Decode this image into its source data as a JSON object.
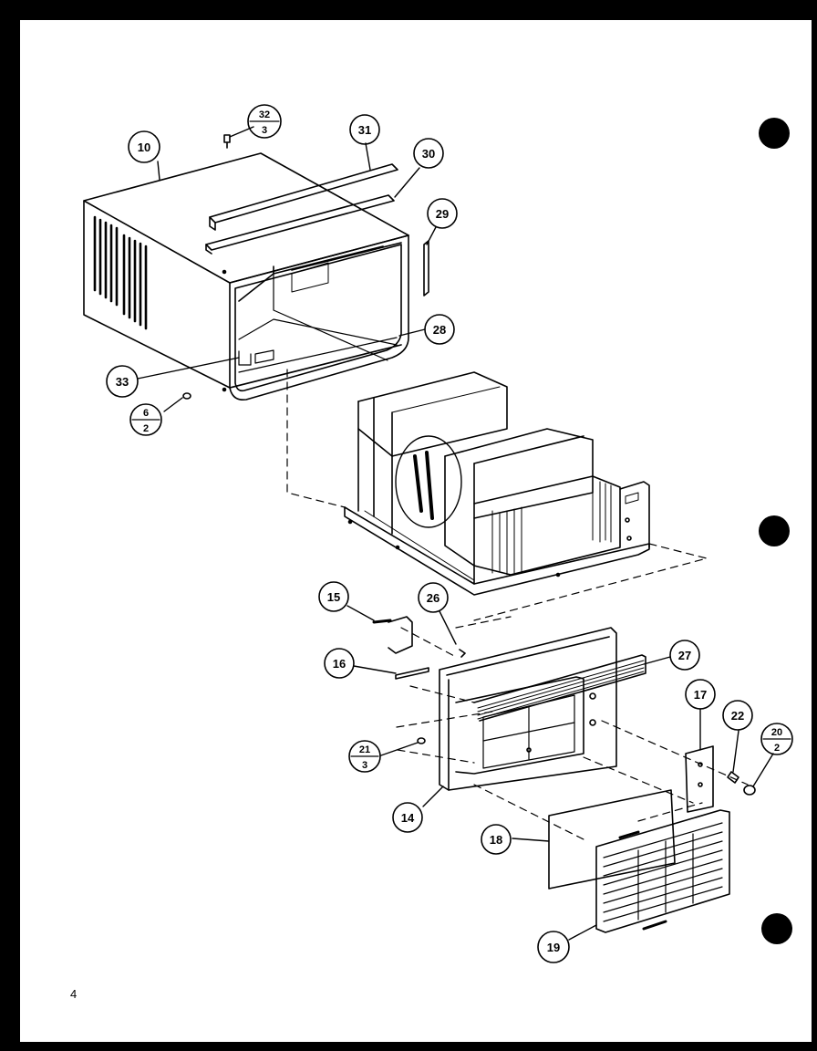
{
  "page_number": "4",
  "callouts": [
    {
      "id": "c10",
      "label": "10"
    },
    {
      "id": "c31",
      "label": "31"
    },
    {
      "id": "c30",
      "label": "30"
    },
    {
      "id": "c29",
      "label": "29"
    },
    {
      "id": "c28",
      "label": "28"
    },
    {
      "id": "c33",
      "label": "33"
    },
    {
      "id": "c15",
      "label": "15"
    },
    {
      "id": "c26",
      "label": "26"
    },
    {
      "id": "c16",
      "label": "16"
    },
    {
      "id": "c27",
      "label": "27"
    },
    {
      "id": "c17",
      "label": "17"
    },
    {
      "id": "c22",
      "label": "22"
    },
    {
      "id": "c14",
      "label": "14"
    },
    {
      "id": "c18",
      "label": "18"
    },
    {
      "id": "c19",
      "label": "19"
    }
  ],
  "fraction_callouts": [
    {
      "id": "f32",
      "numerator": "32",
      "denominator": "3"
    },
    {
      "id": "f6",
      "numerator": "6",
      "denominator": "2"
    },
    {
      "id": "f21",
      "numerator": "21",
      "denominator": "3"
    },
    {
      "id": "f20",
      "numerator": "20",
      "denominator": "2"
    }
  ]
}
